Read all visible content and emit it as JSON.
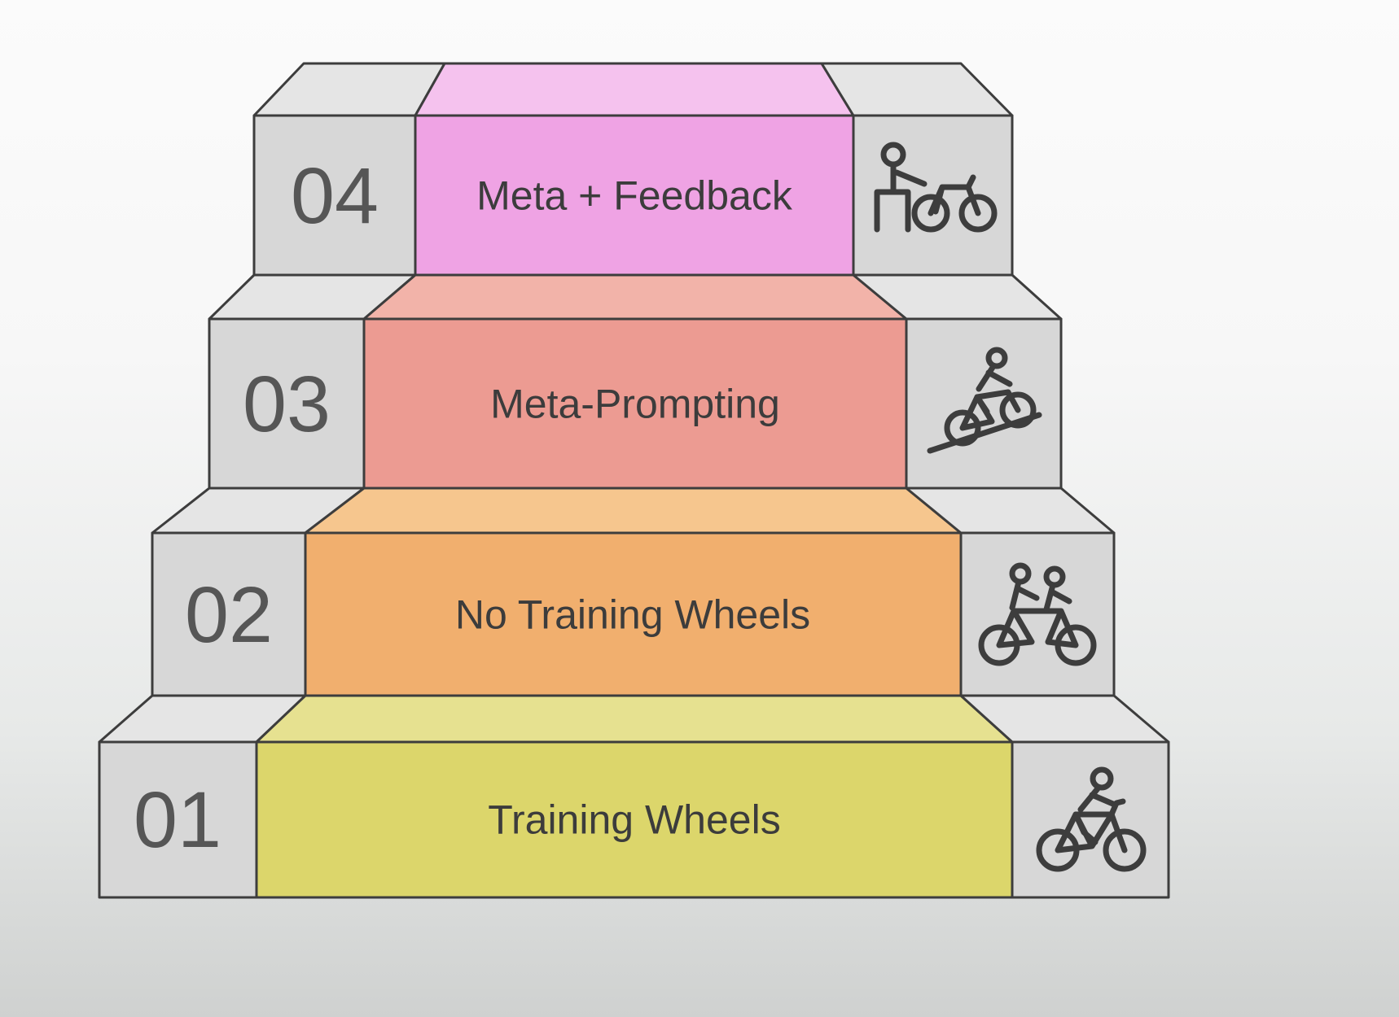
{
  "background": {
    "top": "#fbfbfb",
    "bottom": "#cfd1d0"
  },
  "colors": {
    "outline": "#3d3d3d",
    "number": "#565656",
    "text": "#3c3c3c",
    "icon": "#3d3d3d",
    "gray_front": "#d7d7d7",
    "gray_top": "#e5e5e5"
  },
  "steps": [
    {
      "number": "01",
      "label": "Training Wheels",
      "icon": "cyclist-icon",
      "color_front": "#dcd66b",
      "color_top": "#e6e190"
    },
    {
      "number": "02",
      "label": "No Training Wheels",
      "icon": "tandem-cyclists-icon",
      "color_front": "#f1af6e",
      "color_top": "#f6c68e"
    },
    {
      "number": "03",
      "label": "Meta-Prompting",
      "icon": "uphill-cyclist-icon",
      "color_front": "#ec9b92",
      "color_top": "#f2b3a9"
    },
    {
      "number": "04",
      "label": "Meta + Feedback",
      "icon": "person-with-bike-icon",
      "color_front": "#efa3e4",
      "color_top": "#f5c2ee"
    }
  ]
}
